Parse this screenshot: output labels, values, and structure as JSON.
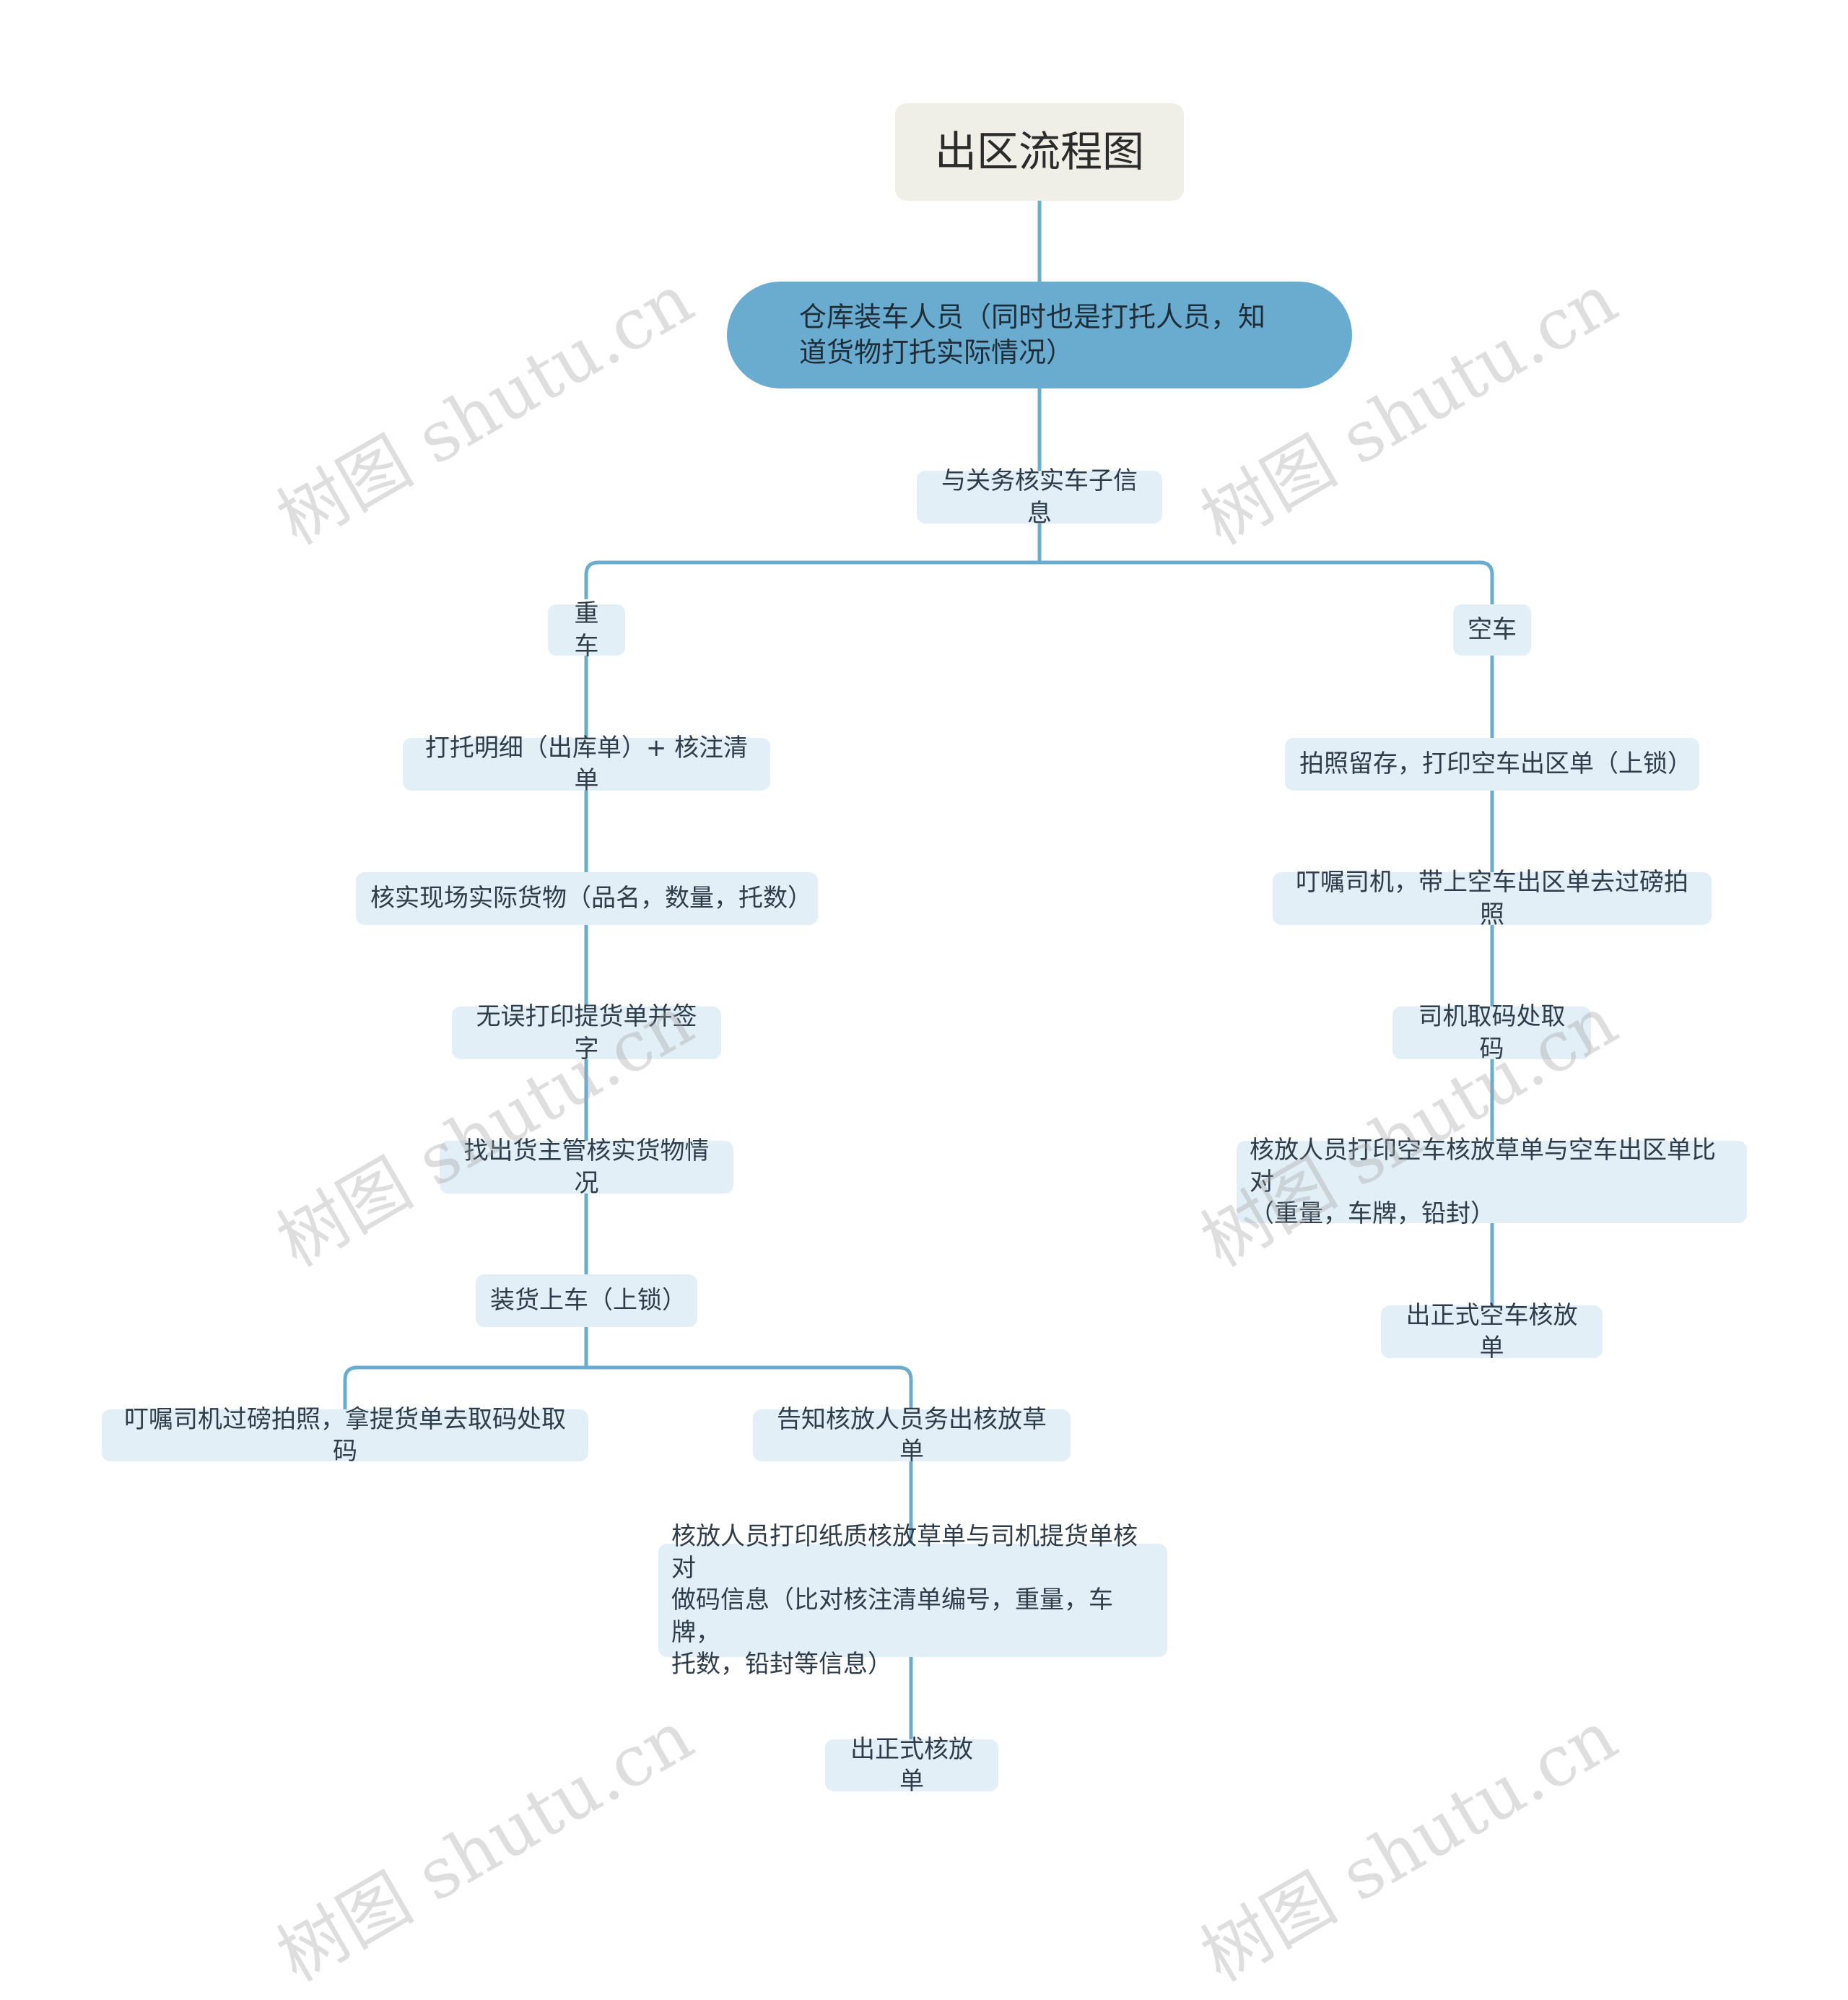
{
  "title": "出区流程图",
  "main_node": "仓库装车人员（同时也是打托人员，知\n道货物打托实际情况）",
  "check_node": "与关务核实车子信息",
  "heavy": {
    "label": "重车",
    "steps": [
      "打托明细（出库单）+ 核注清单",
      "核实现场实际货物（品名，数量，托数）",
      "无误打印提货单并签字",
      "找出货主管核实货物情况",
      "装货上车（上锁）"
    ],
    "branch_left": "叮嘱司机过磅拍照，拿提货单去取码处取码",
    "branch_right": "告知核放人员务出核放草单",
    "branch_right_steps": [
      "核放人员打印纸质核放草单与司机提货单核对\n做码信息（比对核注清单编号，重量，车牌，\n托数，铅封等信息）",
      "出正式核放单"
    ]
  },
  "empty": {
    "label": "空车",
    "steps": [
      "拍照留存，打印空车出区单（上锁）",
      "叮嘱司机，带上空车出区单去过磅拍照",
      "司机取码处取码",
      "核放人员打印空车核放草单与空车出区单比对\n（重量，车牌，铅封）",
      "出正式空车核放单"
    ]
  },
  "watermark": "树图 shutu.cn",
  "colors": {
    "line": "#6aaccf",
    "leaf_bg": "#e2eff6",
    "main_bg": "#6aaccf",
    "root_bg": "#efefe7"
  }
}
